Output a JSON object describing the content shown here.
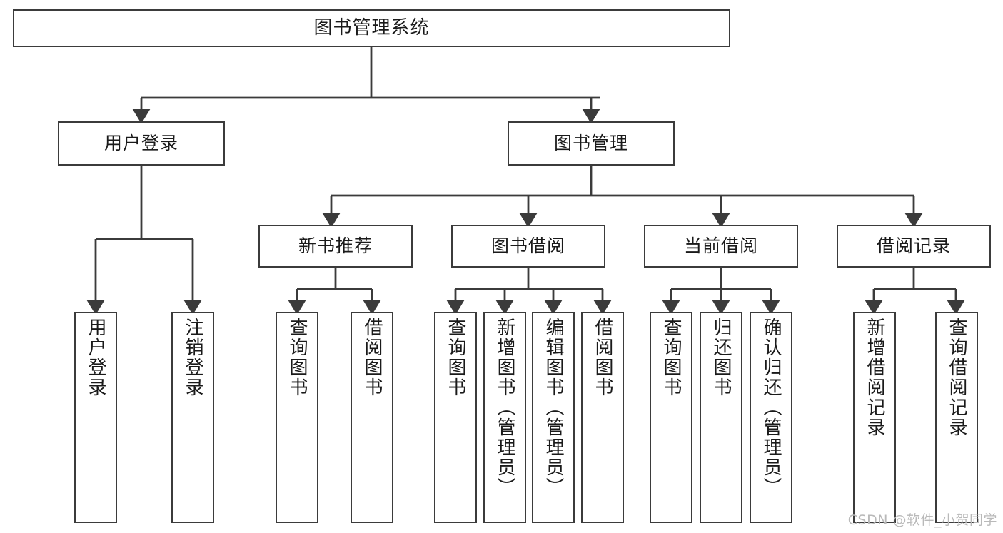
{
  "diagram": {
    "type": "tree-hierarchy",
    "title": "图书管理系统",
    "watermark": "CSDN @软件_小贺同学",
    "colors": {
      "box_border": "#3b3b3b",
      "box_fill": "#ffffff",
      "link": "#3b3b3b",
      "text": "#1a1a1a",
      "watermark": "#b9b9b9",
      "background": "#ffffff"
    },
    "nodes": {
      "root": {
        "label": "图书管理系统"
      },
      "level2": [
        {
          "id": "user-login",
          "label": "用户登录"
        },
        {
          "id": "book-manage",
          "label": "图书管理"
        }
      ],
      "level3": [
        {
          "id": "new-book-recommend",
          "label": "新书推荐"
        },
        {
          "id": "book-borrow",
          "label": "图书借阅"
        },
        {
          "id": "current-borrow",
          "label": "当前借阅"
        },
        {
          "id": "borrow-record",
          "label": "借阅记录"
        }
      ],
      "leaves": {
        "user_login": [
          {
            "id": "leaf-user-login",
            "label": "用户登录"
          },
          {
            "id": "leaf-logout-login",
            "label": "注销登录"
          }
        ],
        "new_book_recommend": [
          {
            "id": "leaf-query-book-1",
            "label": "查询图书"
          },
          {
            "id": "leaf-borrow-book-1",
            "label": "借阅图书"
          }
        ],
        "book_borrow": [
          {
            "id": "leaf-query-book-2",
            "label": "查询图书"
          },
          {
            "id": "leaf-add-book",
            "label": "新增图书（管理员）"
          },
          {
            "id": "leaf-edit-book",
            "label": "编辑图书（管理员）"
          },
          {
            "id": "leaf-borrow-book-2",
            "label": "借阅图书"
          }
        ],
        "current_borrow": [
          {
            "id": "leaf-query-book-3",
            "label": "查询图书"
          },
          {
            "id": "leaf-return-book",
            "label": "归还图书"
          },
          {
            "id": "leaf-confirm-return",
            "label": "确认归还（管理员）"
          }
        ],
        "borrow_record": [
          {
            "id": "leaf-add-borrow-record",
            "label": "新增借阅记录"
          },
          {
            "id": "leaf-query-borrow-record",
            "label": "查询借阅记录"
          }
        ]
      }
    }
  }
}
